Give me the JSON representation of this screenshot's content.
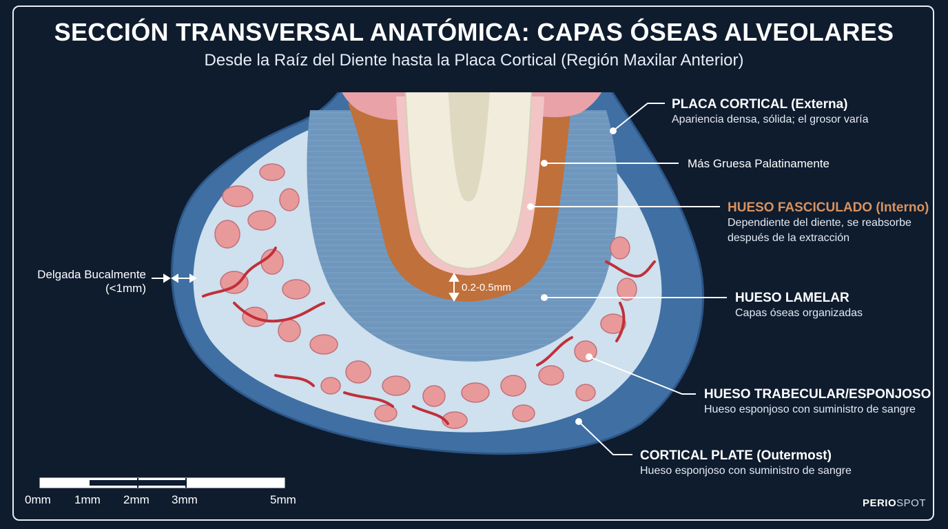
{
  "title": "SECCIÓN TRANSVERSAL ANATÓMICA: CAPAS ÓSEAS ALVEOLARES",
  "subtitle": "Desde la Raíz del Diente hasta la Placa Cortical (Región Maxilar Anterior)",
  "labels": {
    "cortical_ext": {
      "heading": "PLACA CORTICAL (Externa)",
      "desc": "Apariencia densa, sólida; el grosor varía"
    },
    "thicker_palatal": {
      "text": "Más Gruesa Palatinamente"
    },
    "bundle": {
      "heading": "HUESO FASCICULADO (Interno)",
      "desc1": "Dependiente del diente, se reabsorbe",
      "desc2": "después de la extracción"
    },
    "lamellar": {
      "heading": "HUESO LAMELAR",
      "desc": "Capas óseas organizadas"
    },
    "trabecular": {
      "heading": "HUESO TRABECULAR/ESPONJOSO",
      "desc": "Hueso esponjoso con suministro de sangre"
    },
    "cortical_out": {
      "heading": "CORTICAL PLATE (Outermost)",
      "desc": "Hueso esponjoso con suministro de sangre"
    },
    "thin_buccal": {
      "line1": "Delgada Bucalmente",
      "line2": "(<1mm)"
    },
    "bundle_thickness": "0.2-0.5mm"
  },
  "scale_bar": {
    "ticks": [
      "0mm",
      "1mm",
      "2mm",
      "3mm",
      "5mm"
    ]
  },
  "brand": {
    "bold": "PERIO",
    "light": "SPOT"
  },
  "colors": {
    "background": "#0f1c2e",
    "cortical": "#3f6fa3",
    "lamellar": "#6f97bd",
    "trabecular": "#cfe0ee",
    "bundle": "#c0703a",
    "marrow": "#e89a9a",
    "vessel": "#c0303a",
    "tooth": "#f1ecdc",
    "gingiva": "#e8a2a8"
  }
}
